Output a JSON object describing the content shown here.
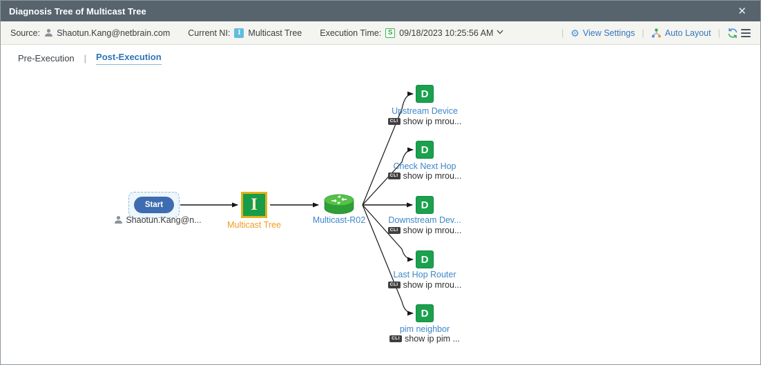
{
  "window": {
    "title": "Diagnosis Tree of Multicast Tree",
    "close_glyph": "✕"
  },
  "header": {
    "source_label": "Source:",
    "source_value": "Shaotun.Kang@netbrain.com",
    "current_ni_label": "Current NI:",
    "current_ni_badge": "I",
    "current_ni_value": "Multicast Tree",
    "execution_time_label": "Execution Time:",
    "execution_time_badge": "S",
    "execution_time_value": "09/18/2023 10:25:56 AM",
    "execution_time_chevron": "⌄",
    "view_settings_label": "View Settings",
    "view_settings_gear": "⚙",
    "auto_layout_label": "Auto Layout"
  },
  "tabs": {
    "pre_label": "Pre-Execution",
    "separator": "|",
    "post_label": "Post-Execution"
  },
  "diagram": {
    "cli_badge": "CLI",
    "start": {
      "label": "Start",
      "sublabel": "Shaotun.Kang@n..."
    },
    "intent": {
      "badge": "I",
      "label": "Multicast Tree"
    },
    "router": {
      "label": "Multicast-R02"
    },
    "nodes": [
      {
        "badge": "D",
        "label": "Upstream Device",
        "cli": "show ip mrou..."
      },
      {
        "badge": "D",
        "label": "Check Next Hop",
        "cli": "show ip mrou..."
      },
      {
        "badge": "D",
        "label": "Downstream Dev...",
        "cli": "show ip mrou..."
      },
      {
        "badge": "D",
        "label": "Last Hop Router",
        "cli": "show ip mrou..."
      },
      {
        "badge": "D",
        "label": "pim neighbor",
        "cli": "show ip pim ..."
      }
    ]
  },
  "colors": {
    "titlebar": "#57646D",
    "toolbar_bg": "#F4F4F1",
    "link_blue": "#3878BA",
    "tab_active_blue": "#2E74B5",
    "node_green": "#1BA14E",
    "intent_border_gold": "#E2B21A",
    "intent_label_orange": "#F09B1C",
    "node_label_blue": "#3E86C8",
    "start_blue": "#3E6CB0",
    "ni_badge_blue": "#62BCDF",
    "s_badge_green": "#3BB454"
  }
}
